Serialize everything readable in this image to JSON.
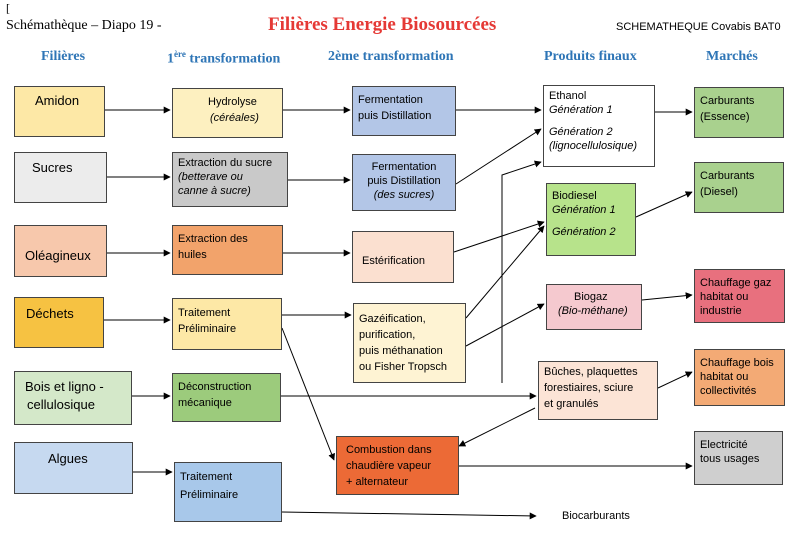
{
  "header": {
    "bracket": "[",
    "left": "Schémathèque – Diapo 19 -",
    "title": "Filières Energie Biosourcées",
    "right": "SCHEMATHEQUE Covabis BAT0"
  },
  "columns": {
    "filieres": "Filières",
    "transfo1_main": "1",
    "transfo1_sup": "ère",
    "transfo1_rest": " transformation",
    "transfo2": "2ème transformation",
    "produits": "Produits finaux",
    "marches": "Marchés"
  },
  "colors": {
    "amidon": "#fde8a6",
    "sucres": "#ececec",
    "oleagineux": "#f7c8ac",
    "dechets": "#f6c242",
    "bois": "#d4e8c9",
    "algues": "#c6d9f0",
    "hydrolyse": "#fdf0c0",
    "extraction_sucre": "#c9c9c9",
    "extraction_huiles": "#f2a36b",
    "traitement": "#fde8a6",
    "deconstruction": "#9ccb7c",
    "traitement_algues": "#a8c8ea",
    "fermentation": "#b3c6e7",
    "esterification": "#fbe0d0",
    "gazeification": "#fef3d3",
    "combustion": "#ec6a36",
    "ethanol": "#ffffff",
    "biodiesel": "#b7e38b",
    "biogaz": "#f5c9cf",
    "buches": "#fce4d6",
    "carburants": "#a9d18e",
    "chauffage_gaz": "#e8707e",
    "chauffage_bois": "#f3aa75",
    "electricite": "#cfcfcf",
    "title_red": "#e53935",
    "column_blue": "#2e75b6"
  },
  "filieres": {
    "amidon": "Amidon",
    "sucres": "Sucres",
    "oleagineux": "Oléagineux",
    "dechets": "Déchets",
    "bois_l1": "Bois et ligno -",
    "bois_l2": "cellulosique",
    "algues": "Algues"
  },
  "transfo1": {
    "hydrolyse_l1": "Hydrolyse",
    "hydrolyse_l2": "(céréales)",
    "extraction_sucre_l1": "Extraction du sucre",
    "extraction_sucre_l2": "(betterave ou",
    "extraction_sucre_l3": "canne à sucre)",
    "extraction_huiles_l1": "Extraction des",
    "extraction_huiles_l2": "huiles",
    "traitement_l1": "Traitement",
    "traitement_l2": "Préliminaire",
    "deconstruction_l1": "Déconstruction",
    "deconstruction_l2": "mécanique",
    "traitement_algues_l1": "Traitement",
    "traitement_algues_l2": "Préliminaire"
  },
  "transfo2": {
    "fermentation1_l1": "Fermentation",
    "fermentation1_l2": "puis Distillation",
    "fermentation2_l1": "Fermentation",
    "fermentation2_l2": "puis Distillation",
    "fermentation2_l3": "(des sucres)",
    "esterification": "Estérification",
    "gazeification_l1": "Gazéification,",
    "gazeification_l2": "purification,",
    "gazeification_l3": "puis méthanation",
    "gazeification_l4": "ou Fisher Tropsch",
    "combustion_l1": "Combustion dans",
    "combustion_l2": "chaudière vapeur",
    "combustion_l3": "+ alternateur"
  },
  "produits": {
    "ethanol_l1": "Ethanol",
    "ethanol_l2": "Génération 1",
    "ethanol_l3": "Génération 2",
    "ethanol_l4": "(lignocellulosique)",
    "biodiesel_l1": "Biodiesel",
    "biodiesel_l2": "Génération 1",
    "biodiesel_l3": "Génération 2",
    "biogaz_l1": "Biogaz",
    "biogaz_l2": "(Bio-méthane)",
    "buches_l1": "Bûches, plaquettes",
    "buches_l2": "forestiaires, sciure",
    "buches_l3": "et granulés",
    "biocarburants": "Biocarburants"
  },
  "marches": {
    "carburants_essence_l1": "Carburants",
    "carburants_essence_l2": "(Essence)",
    "carburants_diesel_l1": "Carburants",
    "carburants_diesel_l2": "(Diesel)",
    "chauffage_gaz_l1": "Chauffage gaz",
    "chauffage_gaz_l2": "habitat ou",
    "chauffage_gaz_l3": "industrie",
    "chauffage_bois_l1": "Chauffage bois",
    "chauffage_bois_l2": "habitat ou",
    "chauffage_bois_l3": "collectivités",
    "electricite_l1": "Electricité",
    "electricite_l2": "tous usages"
  }
}
